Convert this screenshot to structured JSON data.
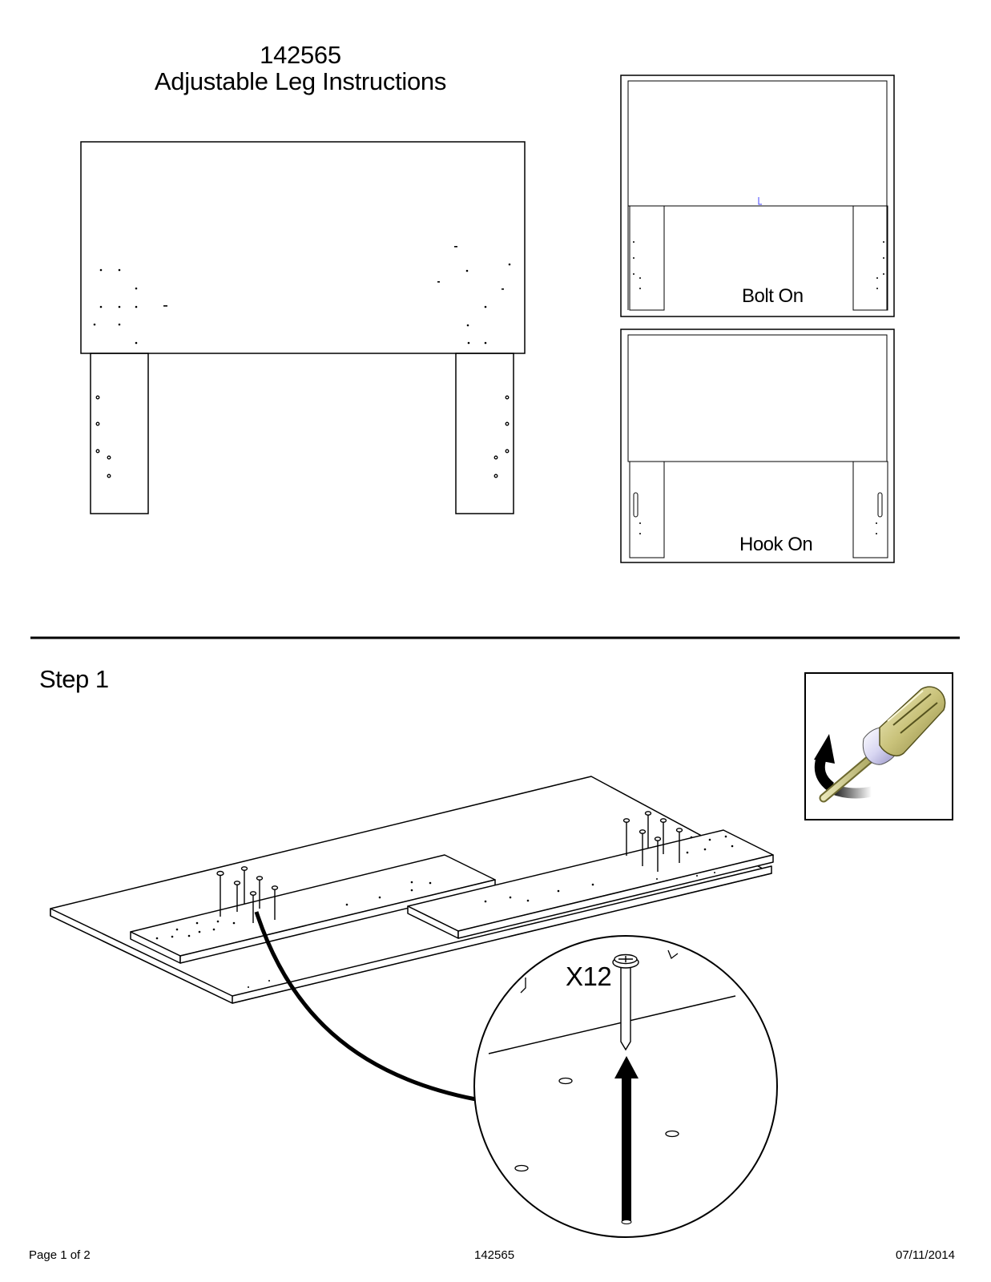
{
  "document": {
    "product_number": "142565",
    "title": "Adjustable Leg Instructions"
  },
  "options": {
    "bolt_on_label": "Bolt On",
    "hook_on_label": "Hook On"
  },
  "step": {
    "label": "Step 1",
    "quantity_label": "X12",
    "tool_icon": "screwdriver-icon"
  },
  "footer": {
    "page": "Page 1 of 2",
    "product_number": "142565",
    "date": "07/11/2014"
  }
}
